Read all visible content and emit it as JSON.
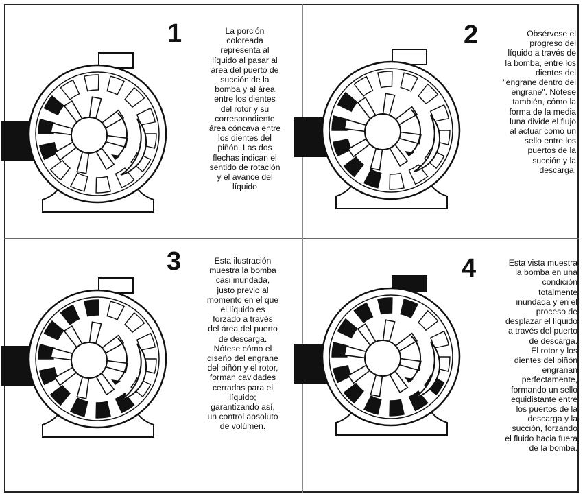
{
  "panels": [
    {
      "number": "1",
      "text": "La porción\ncoloreada\nrepresenta al\nlíquido al pasar al\nárea del puerto de\nsucción de la\nbomba y al área\nentre los dientes\ndel rotor y su\ncorrespondiente\nárea cóncava entre\nlos dientes del\npiñón. Las dos\nflechas indican el\nsentido de rotación\ny el avance del\nlíquido"
    },
    {
      "number": "2",
      "text": "Obsérvese el\nprogreso del\nlíquido a través de\nla bomba, entre los\ndientes del\n\"engrane dentro del\nengrane\". Nótese\ntambién, cómo la\nforma de la media\nluna divide el flujo\nal actuar como un\nsello entre los\npuertos de la\nsucción y la\ndescarga."
    },
    {
      "number": "3",
      "text": "Esta ilustración\nmuestra la bomba\ncasi inundada,\njusto previo al\nmomento en el que\nel líquido es\nforzado a través\ndel área del puerto\nde descarga.\nNótese cómo el\ndiseño del engrane\ndel piñón y el rotor,\nforman cavidades\ncerradas para el\nlíquido;\ngarantizando así,\nun control absoluto\nde volúmen."
    },
    {
      "number": "4",
      "text": "Esta vista muestra\nla bomba en una\ncondición\ntotalmente\ninundada y en el\nproceso de\ndesplazar el líquido\na través del puerto\nde descarga.\nEl rotor y los\ndientes del piñón\nengranan\nperfectamente,\nformando un sello\nequidistante entre\nlos puertos de la\ndescarga y la\nsucción, forzando\nel fluido hacia fuera\nde la bomba."
    }
  ]
}
